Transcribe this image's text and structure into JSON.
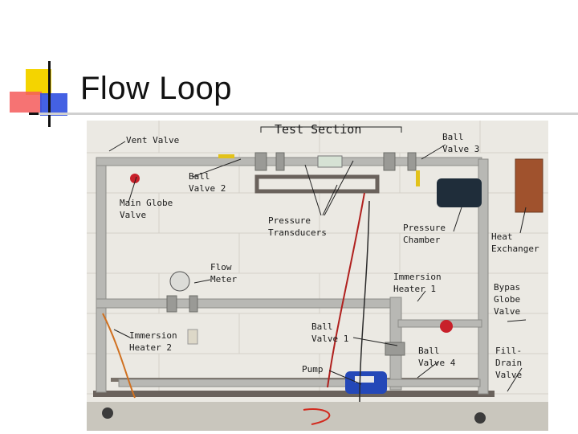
{
  "slide": {
    "title": "Flow Loop"
  },
  "labels": {
    "test_section": "Test Section",
    "vent_valve": "Vent Valve",
    "ball_valve_3": "Ball\nValve 3",
    "ball_valve_2": "Ball\nValve 2",
    "main_globe_valve": "Main Globe\nValve",
    "pressure_transducers": "Pressure\nTransducers",
    "pressure_chamber": "Pressure\nChamber",
    "heat_exchanger": "Heat\nExchanger",
    "flow_meter": "Flow\nMeter",
    "immersion_heater_1": "Immersion\nHeater 1",
    "bypas_globe_valve": "Bypas\nGlobe\nValve",
    "immersion_heater_2": "Immersion\nHeater 2",
    "ball_valve_1": "Ball\nValve 1",
    "ball_valve_4": "Ball\nValve 4",
    "fill_drain_valve": "Fill-\nDrain\nValve",
    "pump": "Pump"
  },
  "colors": {
    "logo_yellow": "#f4d400",
    "logo_red": "#f23c3c",
    "logo_blue": "#2f4fe0",
    "wall": "#eceae4",
    "pipe": "#b8b8b4",
    "frame": "#6a625c",
    "pump_blue": "#2448b8",
    "valve_red": "#c8202a"
  }
}
